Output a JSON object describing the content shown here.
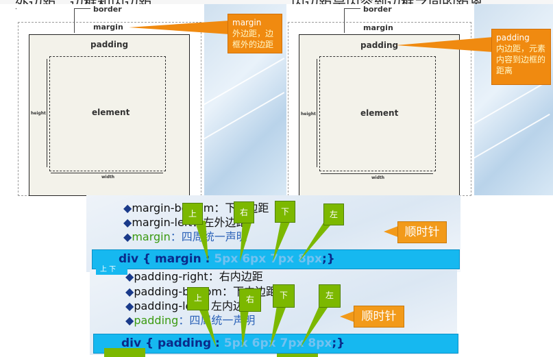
{
  "top_text": {
    "left": "外边距、边框和内边距",
    "right": "内边距是内容到边框之间的距离。"
  },
  "box_model_diagrams": [
    {
      "border_label": "border",
      "margin_label": "margin",
      "padding_label": "padding",
      "element_label": "element",
      "height_label": "height",
      "width_label": "width"
    },
    {
      "border_label": "border",
      "margin_label": "margin",
      "padding_label": "padding",
      "element_label": "element",
      "height_label": "height",
      "width_label": "width"
    }
  ],
  "callouts": {
    "margin": {
      "title": "margin",
      "body": "外边距，边框外的边距"
    },
    "padding": {
      "title": "padding",
      "body": "内边距，元素内容到边框的距离"
    }
  },
  "margin_slide": {
    "bullets": [
      {
        "prop": "margin-bottom",
        "desc": "：下外边距"
      },
      {
        "prop": "margin-left",
        "desc": "：左外边距"
      },
      {
        "prop": "margin",
        "desc": "：四周统一声明"
      }
    ],
    "code": {
      "prefix": "div {",
      "prop": "margin",
      "colon": " : ",
      "values": "5px 6px 7px 8px",
      "suffix": ";}"
    },
    "tags": [
      "上",
      "右",
      "下",
      "左"
    ],
    "clockwise_label": "顺时针"
  },
  "padding_slide": {
    "bullets": [
      {
        "prop": "padding-right",
        "desc": "：右内边距"
      },
      {
        "prop": "padding-bottom",
        "desc": "：下内边距"
      },
      {
        "prop": "padding-left",
        "desc": "：左内边距"
      },
      {
        "prop": "padding",
        "desc": "：四周统一声明"
      }
    ],
    "code": {
      "prefix": "div {",
      "prop": "padding",
      "colon": " : ",
      "values": "5px 6px 7px 8px",
      "suffix": ";}"
    },
    "tags": [
      "上",
      "右",
      "下",
      "左"
    ],
    "clockwise_label": "顺时针",
    "partial_tag": "上 下"
  },
  "colors": {
    "callout_orange": "#f08a10",
    "code_bar_blue": "#16b8f0",
    "tag_green": "#7cb800",
    "bullet_green": "#3a9a10",
    "bullet_blue": "#2b62b8"
  }
}
